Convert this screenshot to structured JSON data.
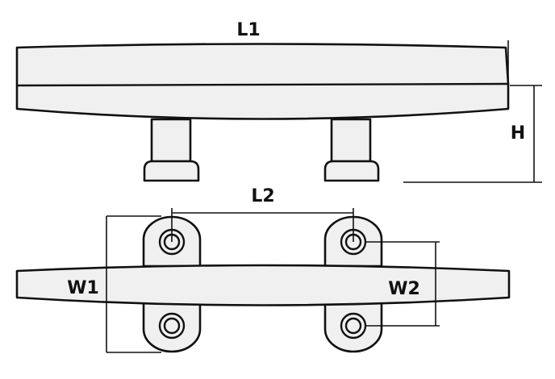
{
  "diagram": {
    "labels": {
      "l1": "L1",
      "l2": "L2",
      "h": "H",
      "w1": "W1",
      "w2": "W2"
    },
    "colors": {
      "stroke": "#111111",
      "fill": "#f0f0f0",
      "background": "#ffffff"
    }
  }
}
